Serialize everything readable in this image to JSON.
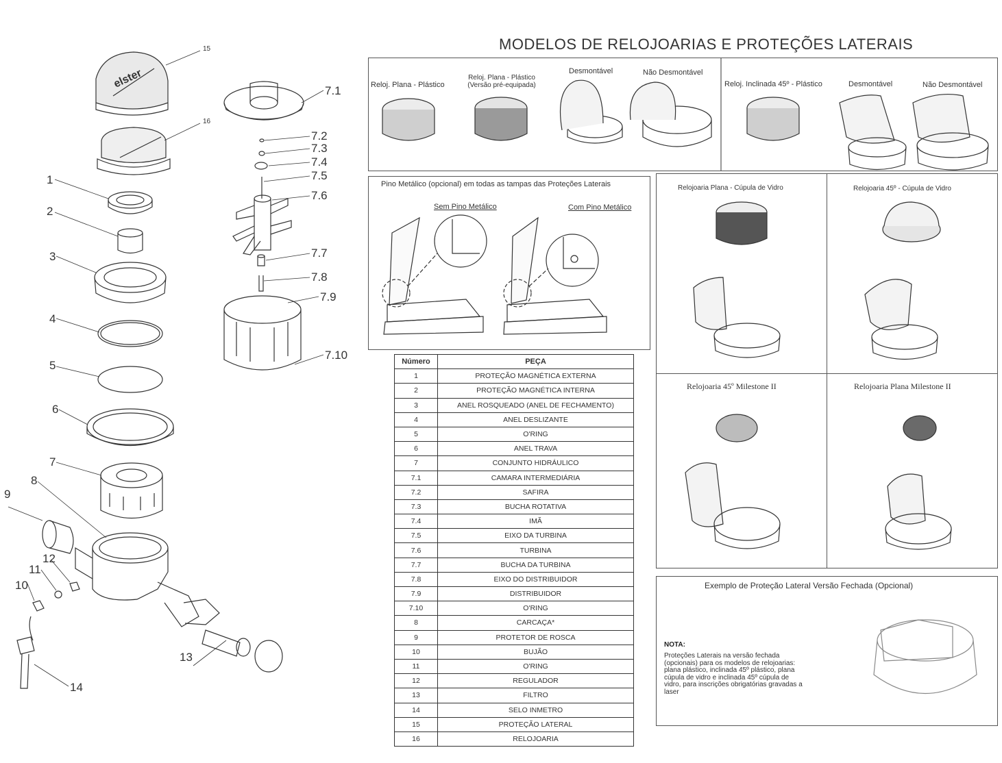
{
  "page_title": "MODELOS DE RELOJOARIAS E PROTEÇÕES LATERAIS",
  "exploded_view": {
    "brand_logo": "elster",
    "callouts_left": [
      "15",
      "16",
      "1",
      "2",
      "3",
      "4",
      "5",
      "6",
      "7",
      "8",
      "9",
      "12",
      "11",
      "10",
      "13",
      "14"
    ],
    "callouts_right": [
      "7.1",
      "7.2",
      "7.3",
      "7.4",
      "7.5",
      "7.6",
      "7.7",
      "7.8",
      "7.9",
      "7.10"
    ]
  },
  "top_panel": {
    "items": [
      "Reloj. Plana - Plástico",
      "Reloj. Plana - Plástico (Versão pré-equipada)",
      "Desmontável",
      "Não Desmontável",
      "Reloj. Inclinada 45º - Plástico",
      "Desmontável",
      "Não Desmontável"
    ]
  },
  "pin_panel": {
    "title": "Pino Metálico (opcional) em todas as tampas das Proteções Laterais",
    "without_pin": "Sem Pino Metálico",
    "with_pin": "Com Pino Metálico"
  },
  "glass_panel": {
    "flat": "Relojoaria Plana - Cúpula de Vidro",
    "inclined": "Relojoaria 45º - Cúpula de Vidro"
  },
  "milestone_panel": {
    "inclined": "Relojoaria 45º Milestone II",
    "flat": "Relojoaria Plana Milestone II"
  },
  "closed_panel": {
    "title": "Exemplo de Proteção Lateral Versão Fechada (Opcional)",
    "note_heading": "NOTA:",
    "note_text": "Proteções Laterais na versão fechada (opcionais) para os modelos de relojoarias: plana plástico, inclinada 45º plástico, plana cúpula de vidro e inclinada 45º cúpula de vidro, para inscrições obrigatórias gravadas a laser"
  },
  "parts_table": {
    "headers": [
      "Número",
      "PEÇA"
    ],
    "rows": [
      [
        "1",
        "PROTEÇÃO MAGNÉTICA EXTERNA"
      ],
      [
        "2",
        "PROTEÇÃO MAGNÉTICA INTERNA"
      ],
      [
        "3",
        "ANEL ROSQUEADO (ANEL DE FECHAMENTO)"
      ],
      [
        "4",
        "ANEL DESLIZANTE"
      ],
      [
        "5",
        "O'RING"
      ],
      [
        "6",
        "ANEL TRAVA"
      ],
      [
        "7",
        "CONJUNTO HIDRÁULICO"
      ],
      [
        "7.1",
        "CAMARA INTERMEDIÁRIA"
      ],
      [
        "7.2",
        "SAFIRA"
      ],
      [
        "7.3",
        "BUCHA ROTATIVA"
      ],
      [
        "7.4",
        "IMÃ"
      ],
      [
        "7.5",
        "EIXO DA TURBINA"
      ],
      [
        "7.6",
        "TURBINA"
      ],
      [
        "7.7",
        "BUCHA DA TURBINA"
      ],
      [
        "7.8",
        "EIXO DO DISTRIBUIDOR"
      ],
      [
        "7.9",
        "DISTRIBUIDOR"
      ],
      [
        "7.10",
        "O'RING"
      ],
      [
        "8",
        "CARCAÇA*"
      ],
      [
        "9",
        "PROTETOR DE ROSCA"
      ],
      [
        "10",
        "BUJÃO"
      ],
      [
        "11",
        "O'RING"
      ],
      [
        "12",
        "REGULADOR"
      ],
      [
        "13",
        "FILTRO"
      ],
      [
        "14",
        "SELO INMETRO"
      ],
      [
        "15",
        "PROTEÇÃO LATERAL"
      ],
      [
        "16",
        "RELOJOARIA"
      ]
    ]
  }
}
